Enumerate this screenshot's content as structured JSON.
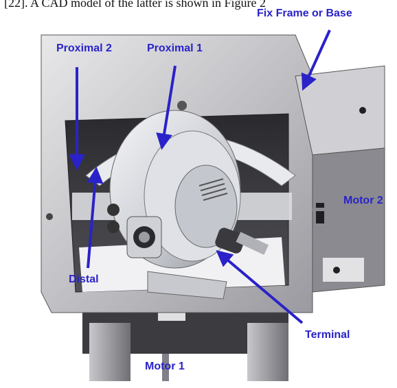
{
  "caption_fragment": "[22]. A CAD model of the latter is shown in Figure 2",
  "labels": {
    "fix_frame": "Fix Frame or Base",
    "proximal_2": "Proximal 2",
    "proximal_1": "Proximal 1",
    "motor_2": "Motor 2",
    "distal": "Distal",
    "terminal": "Terminal",
    "motor_1": "Motor 1"
  },
  "colors": {
    "label_blue": "#2a22c8",
    "frame_grey": "#b8b8bc",
    "frame_dark": "#3a3a3e",
    "mechanism_light": "#e4e6ea"
  }
}
